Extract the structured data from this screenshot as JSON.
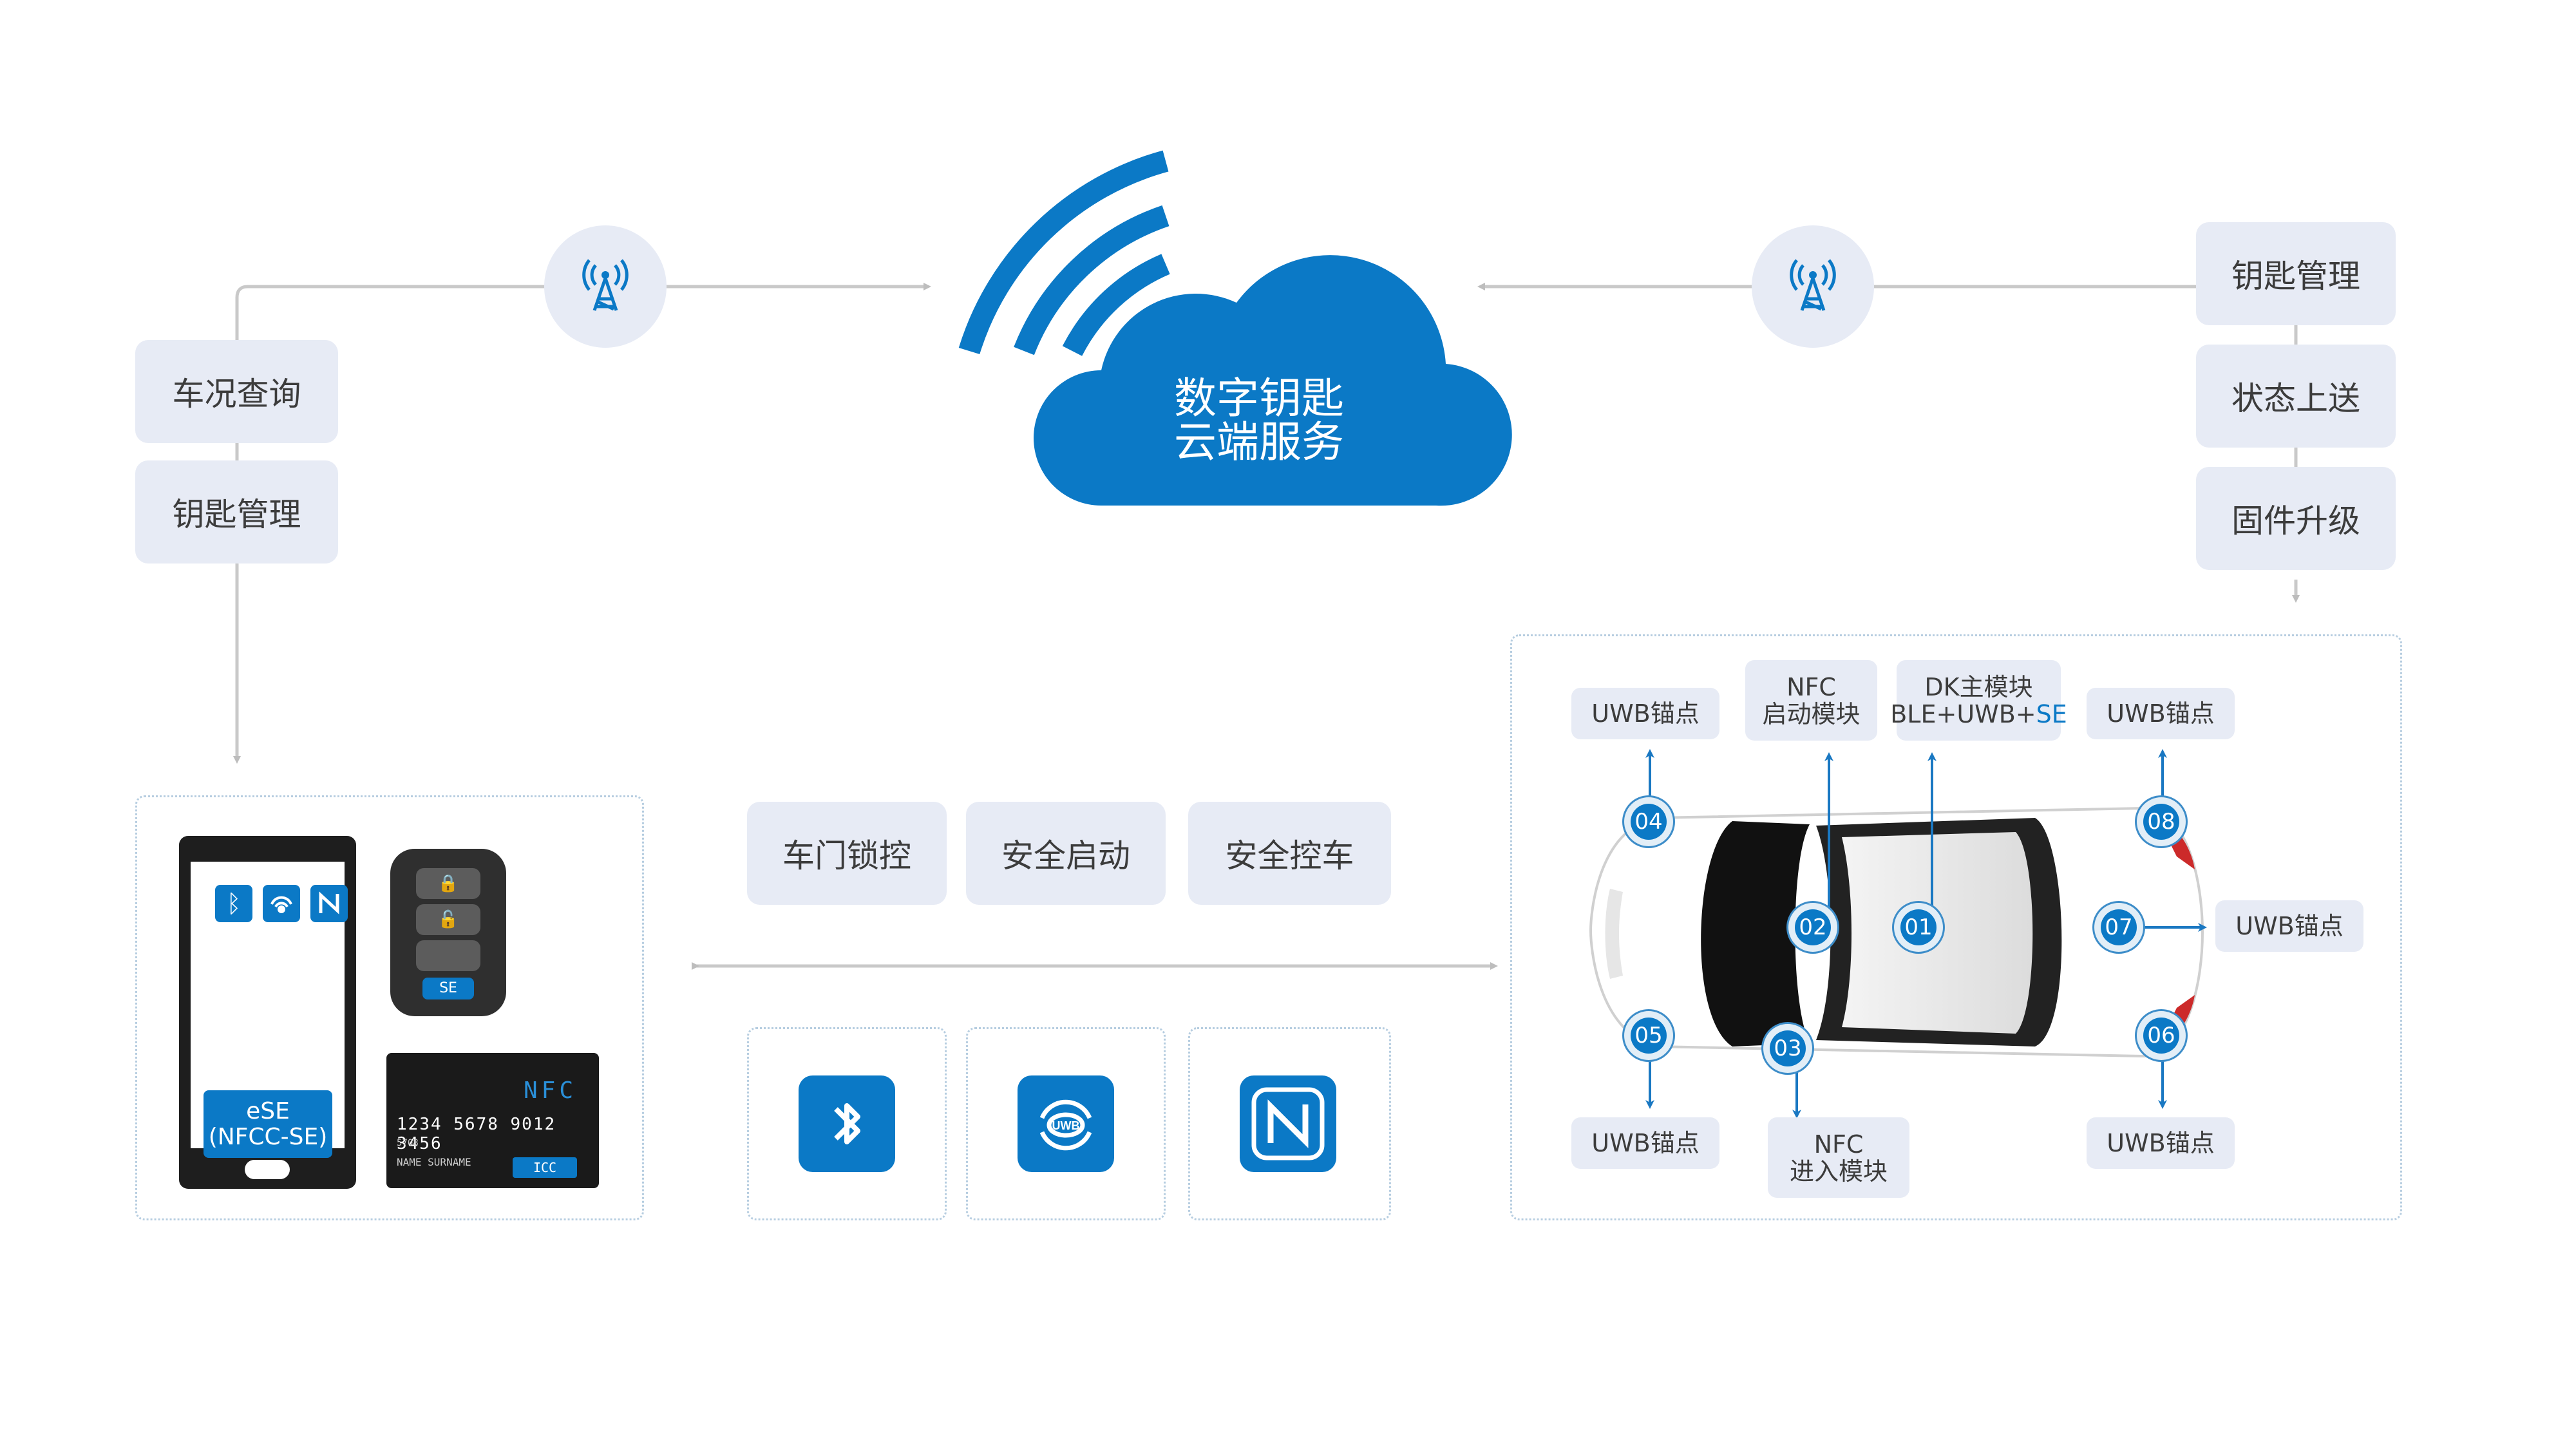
{
  "cloud": {
    "line1": "数字钥匙",
    "line2": "云端服务"
  },
  "left_tags": [
    "车况查询",
    "钥匙管理"
  ],
  "right_tags": [
    "钥匙管理",
    "状态上送",
    "固件升级"
  ],
  "functions": [
    "车门锁控",
    "安全启动",
    "安全控车"
  ],
  "tech": [
    "bluetooth-icon",
    "uwb-icon",
    "nfc-icon"
  ],
  "uwb_small": "UWB",
  "phone": {
    "ese_line1": "eSE",
    "ese_line2": "(NFCC-SE)"
  },
  "fob": {
    "se_label": "SE"
  },
  "card": {
    "nfc": "NFC",
    "number": "1234 5678 9012 3456",
    "small": "5708",
    "name": "NAME SURNAME",
    "chip": "ICC"
  },
  "car_labels": {
    "uwb_tl": "UWB锚点",
    "nfc_start_1": "NFC",
    "nfc_start_2": "启动模块",
    "dk_1": "DK主模块",
    "dk_2a": "BLE+UWB+",
    "dk_2b": "SE",
    "uwb_tr": "UWB锚点",
    "uwb_r": "UWB锚点",
    "uwb_bl": "UWB锚点",
    "nfc_entry_1": "NFC",
    "nfc_entry_2": "进入模块",
    "uwb_br": "UWB锚点"
  },
  "badges": [
    "01",
    "02",
    "03",
    "04",
    "05",
    "06",
    "07",
    "08"
  ],
  "colors": {
    "accent": "#0b79c6",
    "pill_bg": "#e7ebf5",
    "line": "#c9c9c9"
  }
}
